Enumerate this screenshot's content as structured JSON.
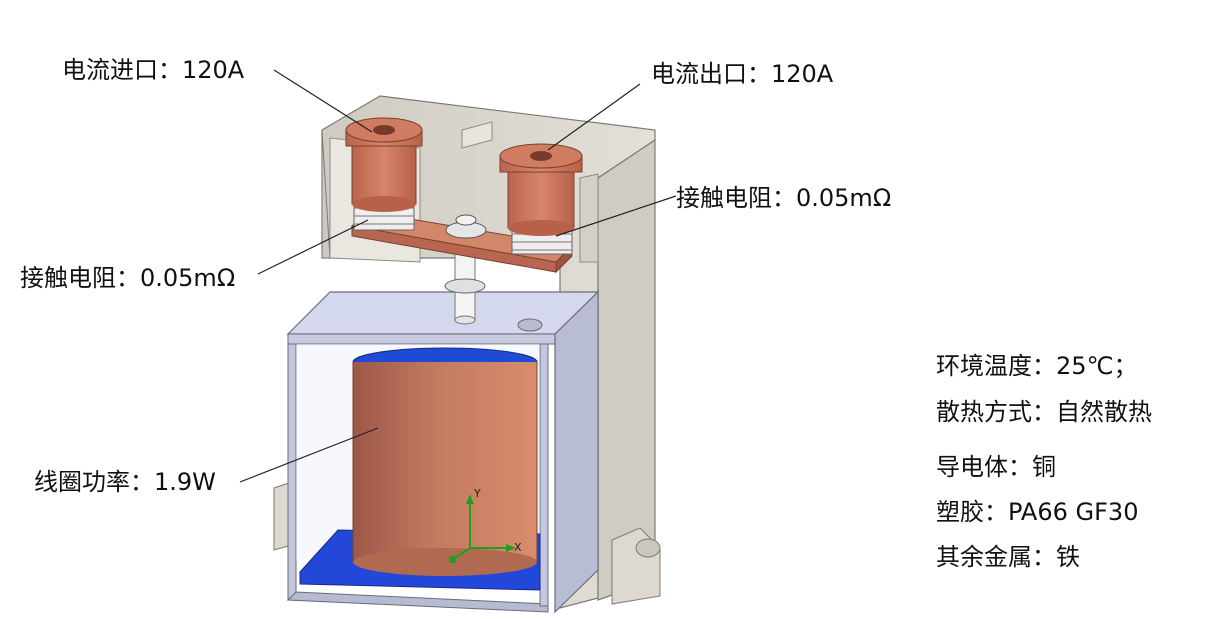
{
  "callouts": {
    "inlet": "电流进口：120A",
    "outlet": "电流出口：120A",
    "contact_right": "接触电阻：0.05mΩ",
    "contact_left": "接触电阻：0.05mΩ",
    "coil": "线圈功率：1.9W"
  },
  "specs": {
    "ambient": "环境温度：25℃；",
    "cooling": "散热方式：自然散热",
    "conductor": "导电体：铜",
    "plastic": "塑胶：PA66 GF30",
    "other_metal": "其余金属：铁"
  },
  "axes": {
    "x": "X",
    "y": "Y"
  },
  "colors": {
    "copper": "#c97a5e",
    "copper_dark": "#a65a44",
    "housing": "#dcd8cf",
    "steel_frame": "#c8ccdc",
    "coil_top": "#1e4bd6",
    "base_plate": "#2347d8",
    "axis_green": "#1fa01f"
  }
}
